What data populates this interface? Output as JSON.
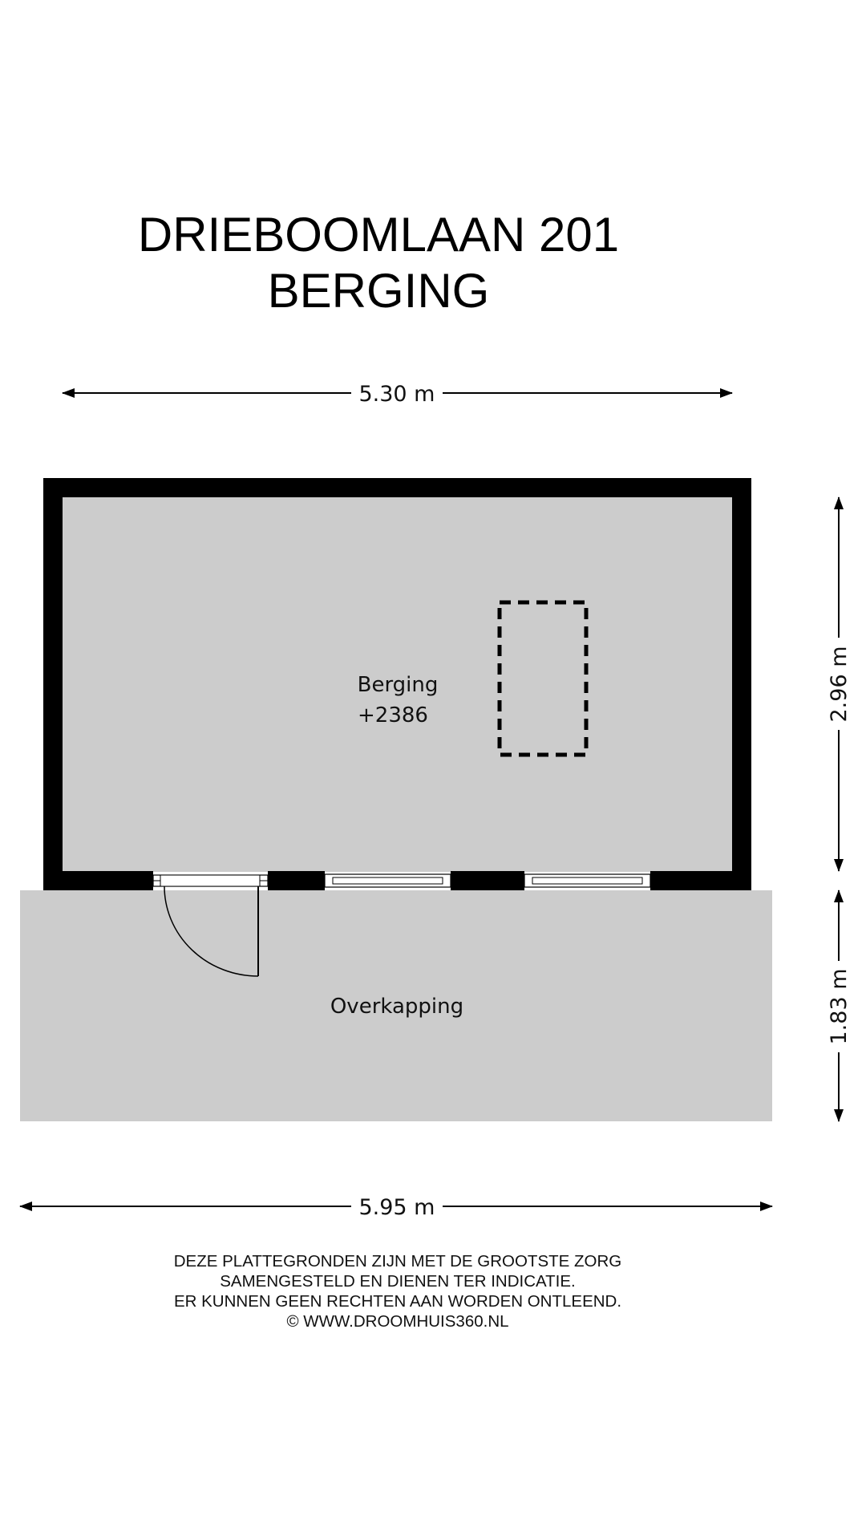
{
  "title": {
    "line1": "DRIEBOOMLAAN 201",
    "line2": "BERGING"
  },
  "dimensions": {
    "top_width": "5.30 m",
    "bottom_width": "5.95 m",
    "right_upper": "2.96 m",
    "right_lower": "1.83 m"
  },
  "rooms": {
    "berging": {
      "name": "Berging",
      "level": "+2386"
    },
    "overkapping": {
      "name": "Overkapping"
    }
  },
  "disclaimer": {
    "line1": "DEZE PLATTEGRONDEN ZIJN MET DE GROOTSTE ZORG",
    "line2": "SAMENGESTELD EN DIENEN TER INDICATIE.",
    "line3": "ER KUNNEN GEEN RECHTEN AAN WORDEN ONTLEEND.",
    "line4": "© WWW.DROOMHUIS360.NL"
  },
  "colors": {
    "wall": "#000000",
    "floor": "#cccccc",
    "background": "#ffffff"
  }
}
